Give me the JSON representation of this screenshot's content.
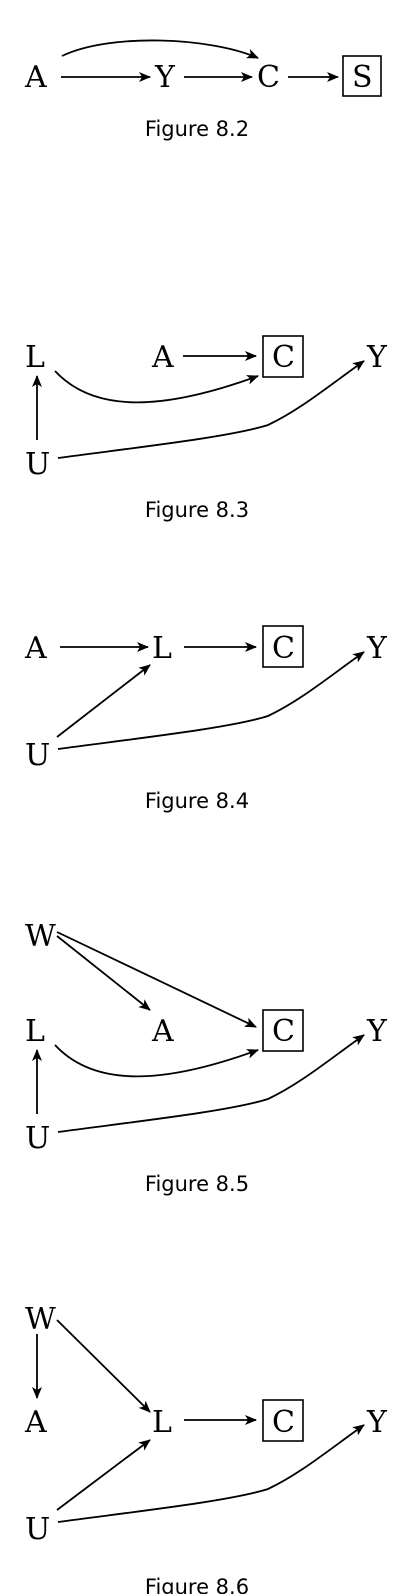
{
  "nodes": {
    "A": "A",
    "Y": "Y",
    "C": "C",
    "S": "S",
    "L": "L",
    "U": "U",
    "W": "W"
  },
  "figures": {
    "f82": {
      "caption": "Figure 8.2"
    },
    "f83": {
      "caption": "Figure 8.3"
    },
    "f84": {
      "caption": "Figure 8.4"
    },
    "f85": {
      "caption": "Figure 8.5"
    },
    "f86": {
      "caption": "Figure 8.6"
    }
  }
}
